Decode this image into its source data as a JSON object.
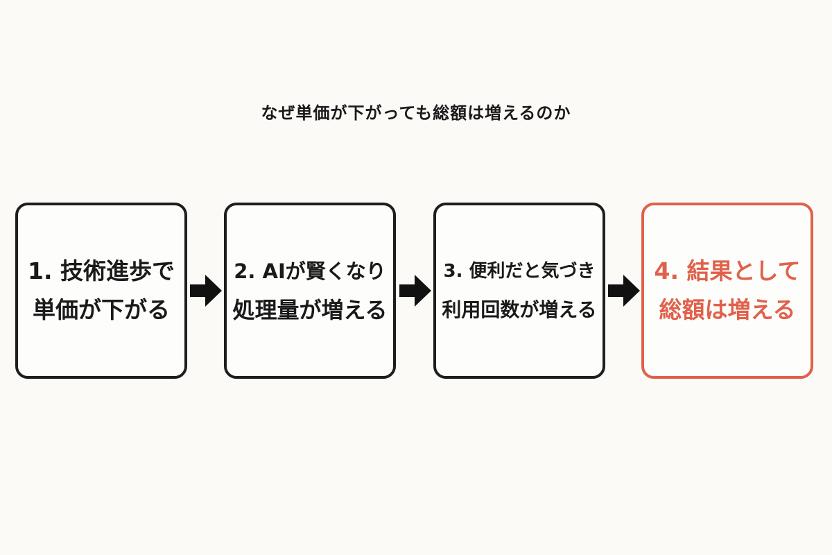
{
  "title": "なぜ単価が下がっても総額は増えるのか",
  "colors": {
    "default_border": "#1e1e1e",
    "highlight": "#e0614b",
    "background": "#fbfaf7"
  },
  "steps": [
    {
      "line1": "1. 技術進歩で",
      "line2": "単価が下がる"
    },
    {
      "line1": "2. AIが賢くなり",
      "line2": "処理量が増える"
    },
    {
      "line1": "3. 便利だと気づき",
      "line2": "利用回数が増える"
    },
    {
      "line1": "4. 結果として",
      "line2": "総額は増える"
    }
  ],
  "arrows": [
    {
      "icon": "right-arrow-icon"
    },
    {
      "icon": "right-arrow-icon"
    },
    {
      "icon": "right-arrow-icon"
    }
  ]
}
